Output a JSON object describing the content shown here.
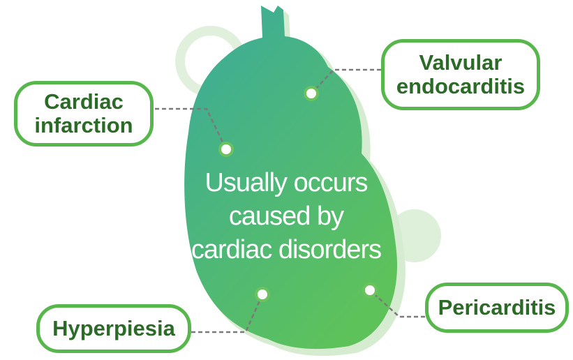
{
  "center_text": {
    "line1": "Usually occurs",
    "line2": "caused by",
    "line3": "cardiac disorders"
  },
  "labels": {
    "cardiac_infarction": [
      "Cardiac",
      "infarction"
    ],
    "valvular_endocarditis": [
      "Valvular",
      "endocarditis"
    ],
    "hyperpiesia": [
      "Hyperpiesia"
    ],
    "pericarditis": [
      "Pericarditis"
    ]
  },
  "colors": {
    "heart_top": "#3dae9a",
    "heart_bottom": "#5bc25a",
    "box_border": "#57b74c",
    "label_text": "#2c6a28",
    "decor_circle": "#dff0da",
    "connector": "#7a7a7a"
  }
}
